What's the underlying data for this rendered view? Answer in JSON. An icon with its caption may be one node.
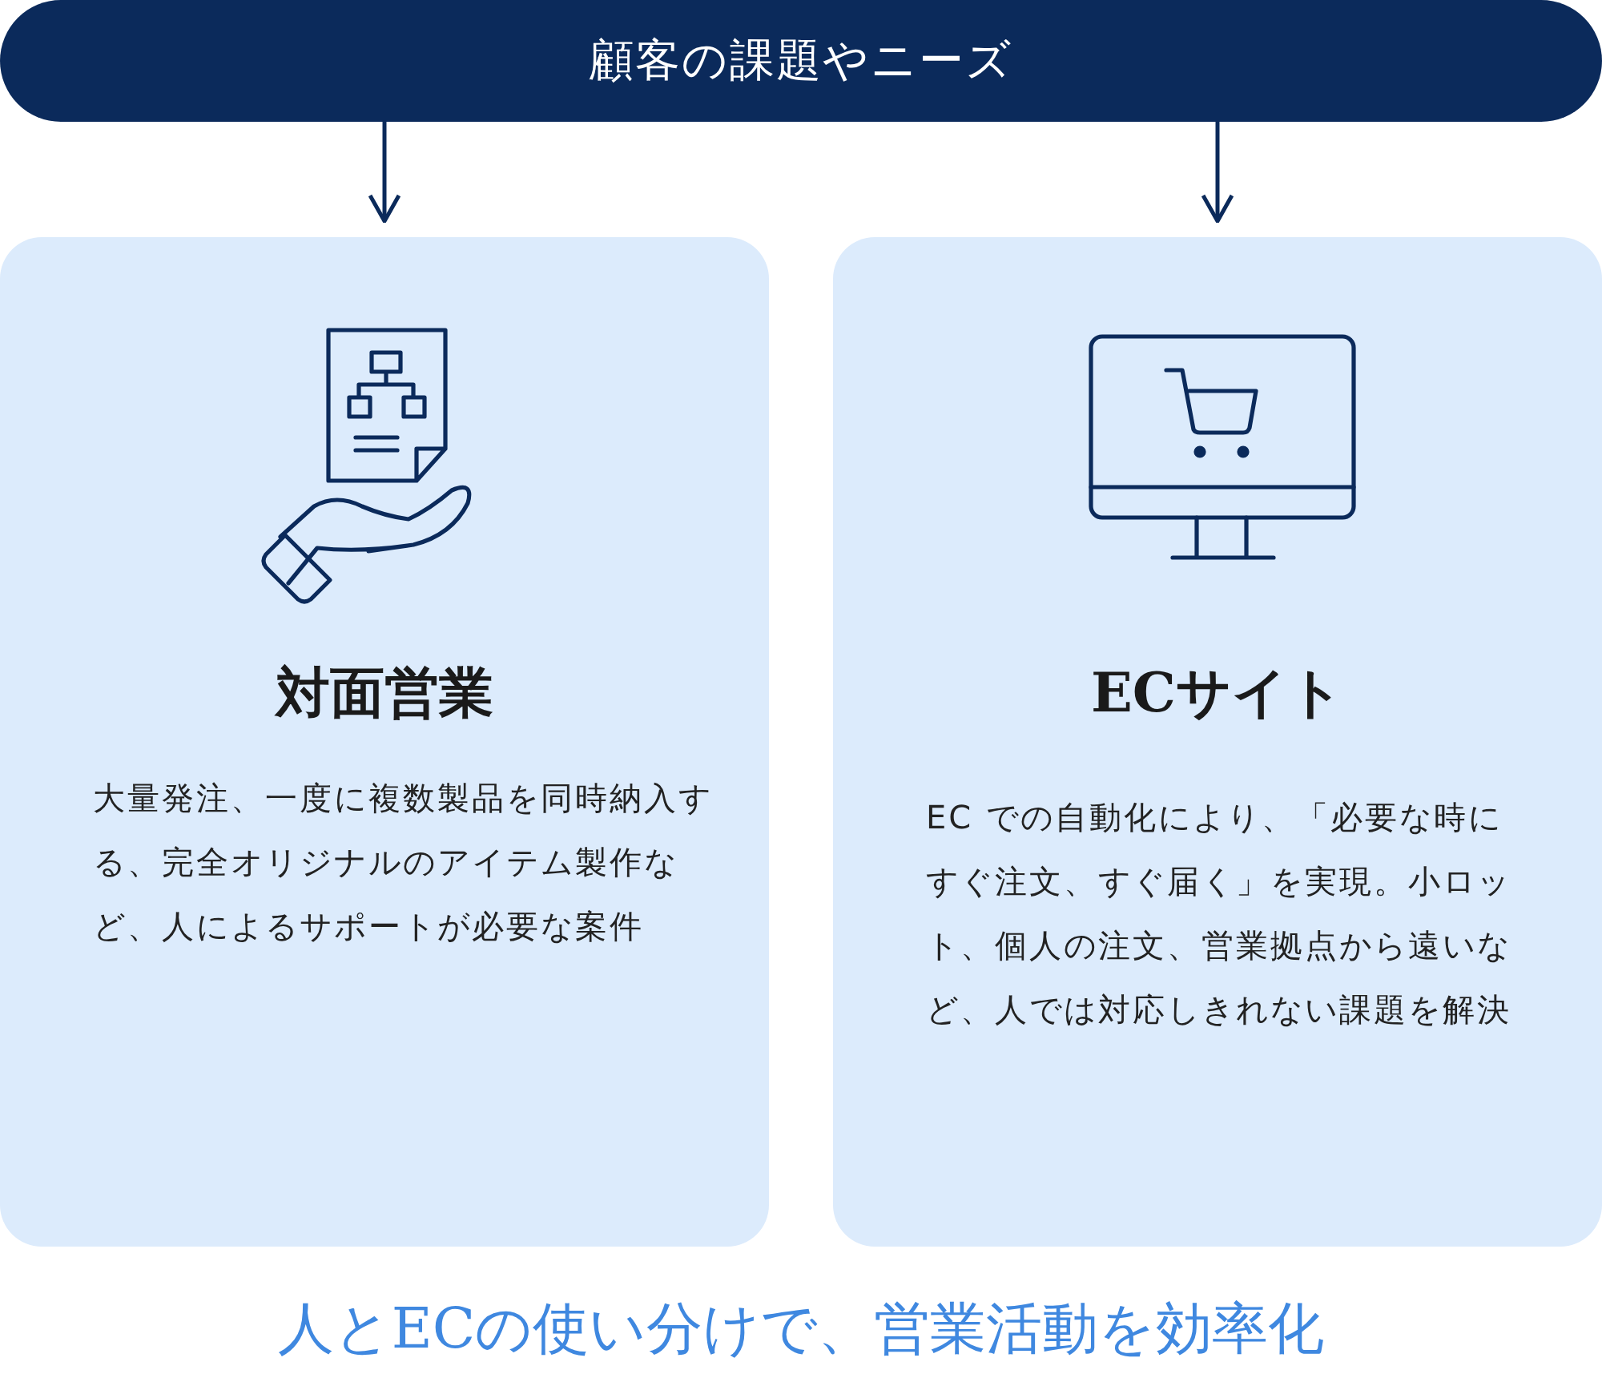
{
  "diagram": {
    "caption": "人とECの使い分けで、営業活動を効率化",
    "nodes": [
      {
        "text": [
          "顧客の課題やニーズ"
        ]
      },
      {
        "text": [
          "対面営業",
          "大量発注、一度に複数製品を同時納入する、完全オリジナルのアイテム製作など、人によるサポートが必要な案件"
        ]
      },
      {
        "text": [
          "ECサイト",
          "EC での自動化により、「必要な時にすぐ注文、すぐ届く」を実現。小ロット、個人の注文、営業拠点から遠いなど、人では対応しきれない課題を解決"
        ]
      }
    ],
    "edges": [
      {
        "from": 0,
        "to": 1,
        "arrow": "to"
      },
      {
        "from": 0,
        "to": 2,
        "arrow": "to"
      }
    ]
  }
}
